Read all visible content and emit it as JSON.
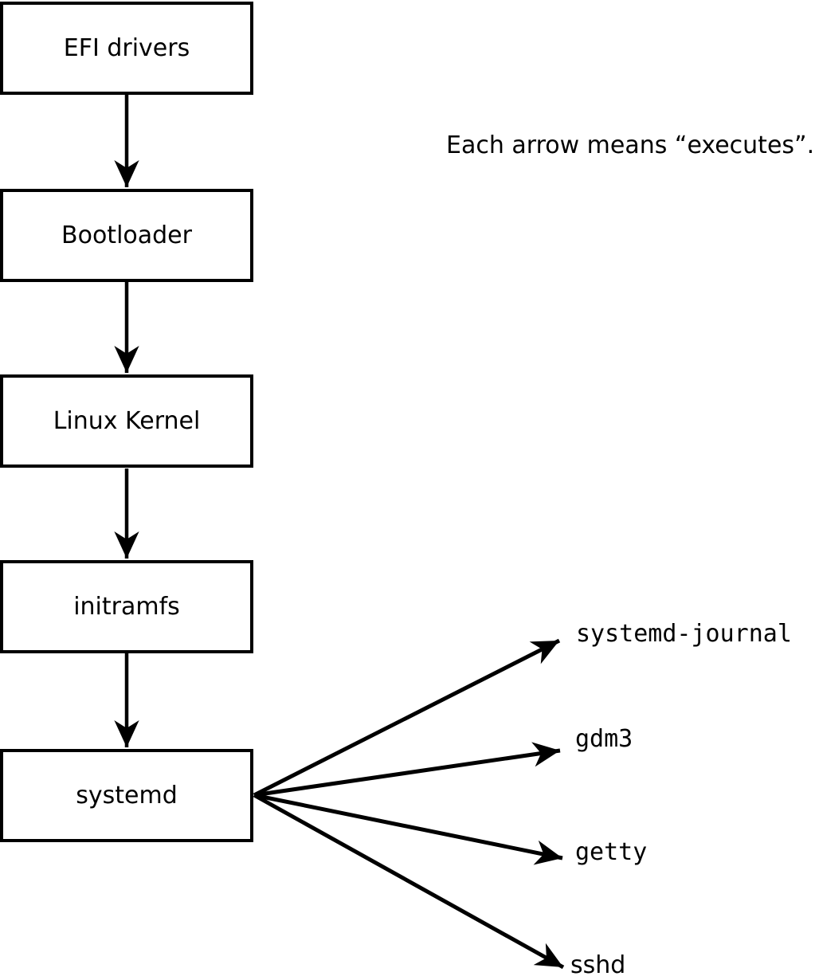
{
  "diagram": {
    "title_note": "Each arrow means “executes”.",
    "arrow_meaning": "executes",
    "colors": {
      "background": "#ffffff",
      "stroke": "#000000",
      "box_fill": "#ffffff",
      "text": "#000000"
    },
    "nodes": [
      {
        "label": "EFI drivers"
      },
      {
        "label": "Bootloader"
      },
      {
        "label": "Linux Kernel"
      },
      {
        "label": "initramfs"
      },
      {
        "label": "systemd"
      }
    ],
    "targets": [
      {
        "label": "systemd-journal"
      },
      {
        "label": "gdm3"
      },
      {
        "label": "getty"
      },
      {
        "label": "sshd"
      }
    ]
  }
}
